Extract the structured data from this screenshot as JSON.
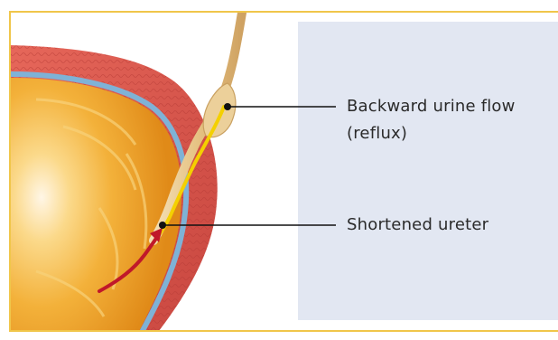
{
  "labels": {
    "reflux": {
      "line1": "Backward urine flow",
      "line2": "(reflux)"
    },
    "ureter": {
      "text": "Shortened ureter"
    }
  },
  "colors": {
    "frame": "#f0c64a",
    "panel": "#e2e7f2",
    "bladder_wall": "#d9564c",
    "bladder_lining": "#7fb2d6",
    "bladder_interior": "#f0a92a",
    "ureter": "#e9c98a",
    "urine": "#f4d000",
    "reflux_arrow": "#c0182a",
    "leader_line": "#111111"
  },
  "icons": {
    "flow_direction": "curved-arrow-icon",
    "pointer": "dot-icon"
  }
}
